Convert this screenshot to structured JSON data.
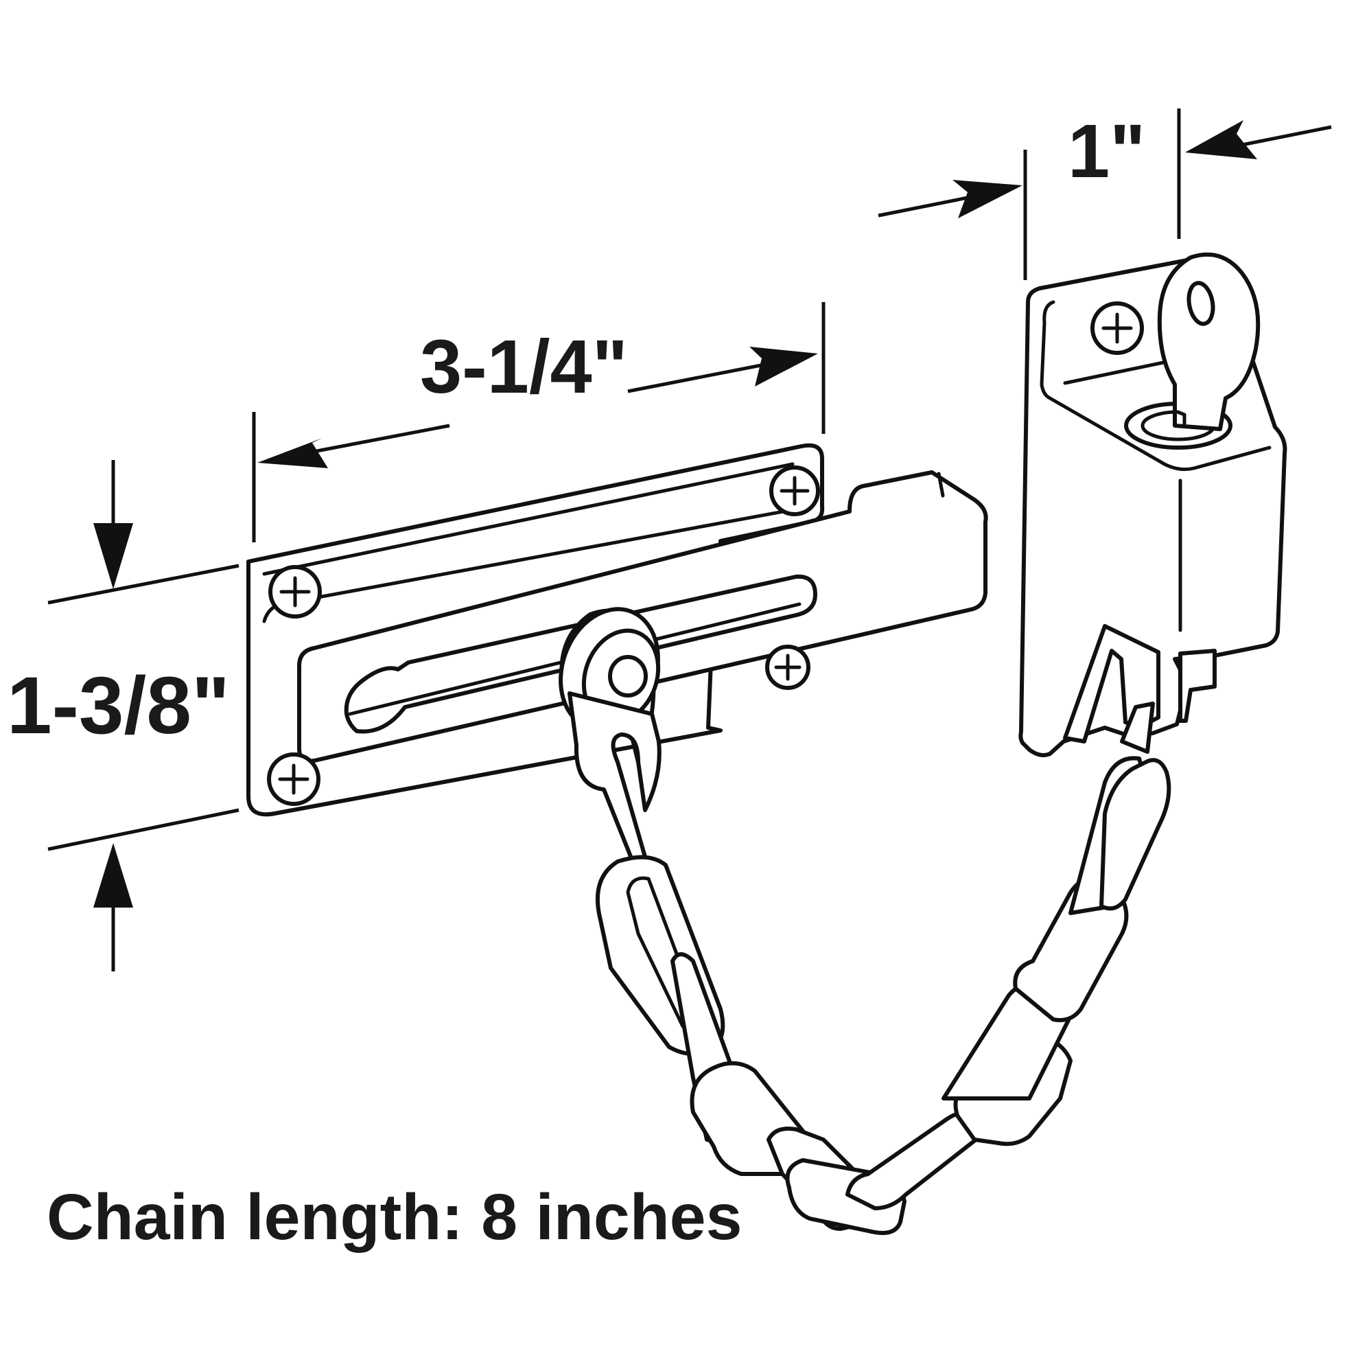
{
  "dimensions": {
    "width_label": "3-1/4\"",
    "height_label": "1-3/8\"",
    "depth_label": "1\""
  },
  "caption": "Chain length: 8 inches",
  "illustration": {
    "subject": "door chain lock with keyed slide guard",
    "parts": [
      "slide-track-plate",
      "keyed-chain-housing",
      "chain",
      "key",
      "screws"
    ],
    "color": "#111111",
    "background": "#ffffff"
  }
}
